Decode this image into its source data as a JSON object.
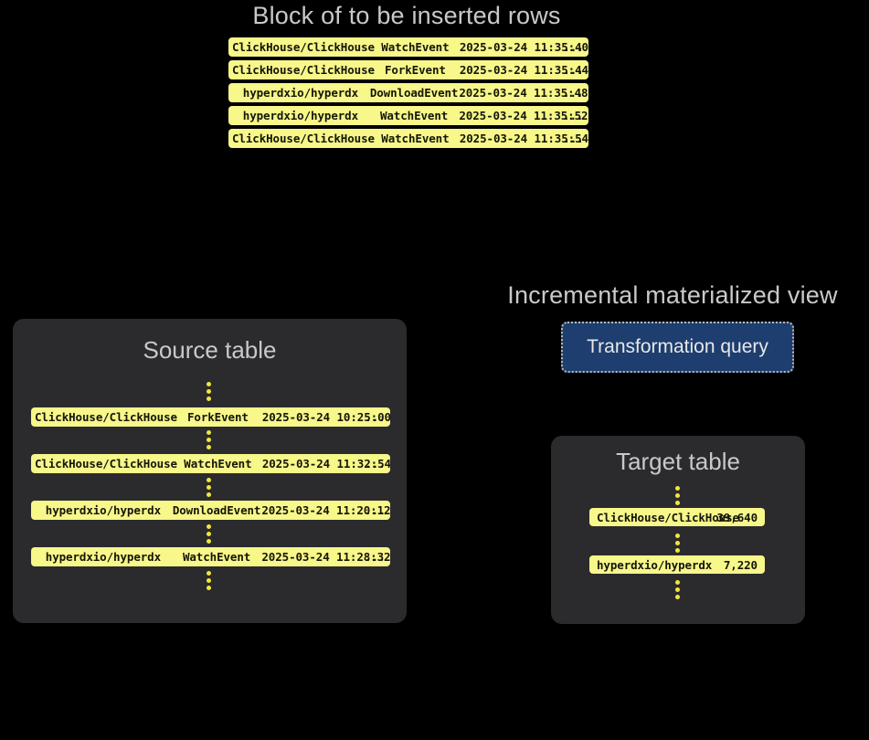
{
  "headings": {
    "block": "Block of to be inserted rows",
    "incremental_mv": "Incremental materialized view"
  },
  "block_rows": [
    {
      "repo": "ClickHouse/ClickHouse",
      "event": "WatchEvent",
      "timestamp": "2025-03-24 11:35:40",
      "more": "..."
    },
    {
      "repo": "ClickHouse/ClickHouse",
      "event": "ForkEvent",
      "timestamp": "2025-03-24 11:35:44",
      "more": "..."
    },
    {
      "repo": "hyperdxio/hyperdx",
      "event": "DownloadEvent",
      "timestamp": "2025-03-24 11:35:48",
      "more": "..."
    },
    {
      "repo": "hyperdxio/hyperdx",
      "event": "WatchEvent",
      "timestamp": "2025-03-24 11:35:52",
      "more": "..."
    },
    {
      "repo": "ClickHouse/ClickHouse",
      "event": "WatchEvent",
      "timestamp": "2025-03-24 11:35:54",
      "more": "..."
    }
  ],
  "source_table": {
    "title": "Source table",
    "rows": [
      {
        "repo": "ClickHouse/ClickHouse",
        "event": "ForkEvent",
        "timestamp": "2025-03-24 10:25:00",
        "more": "..."
      },
      {
        "repo": "ClickHouse/ClickHouse",
        "event": "WatchEvent",
        "timestamp": "2025-03-24 11:32:54",
        "more": "..."
      },
      {
        "repo": "hyperdxio/hyperdx",
        "event": "DownloadEvent",
        "timestamp": "2025-03-24 11:20:12",
        "more": "..."
      },
      {
        "repo": "hyperdxio/hyperdx",
        "event": "WatchEvent",
        "timestamp": "2025-03-24 11:28:32",
        "more": "..."
      }
    ]
  },
  "transformation": {
    "label": "Transformation query"
  },
  "target_table": {
    "title": "Target table",
    "rows": [
      {
        "repo": "ClickHouse/ClickHouse",
        "count": "39,640"
      },
      {
        "repo": "hyperdxio/hyperdx",
        "count": "7,220"
      }
    ]
  },
  "colors": {
    "background": "#000000",
    "panel": "#2b2b2e",
    "row_yellow": "#f7f78a",
    "dot_yellow": "#f2e63c",
    "heading_text": "#c9c9c9",
    "transform_fill": "#1d3e6e",
    "transform_border": "#b9b9b9"
  }
}
